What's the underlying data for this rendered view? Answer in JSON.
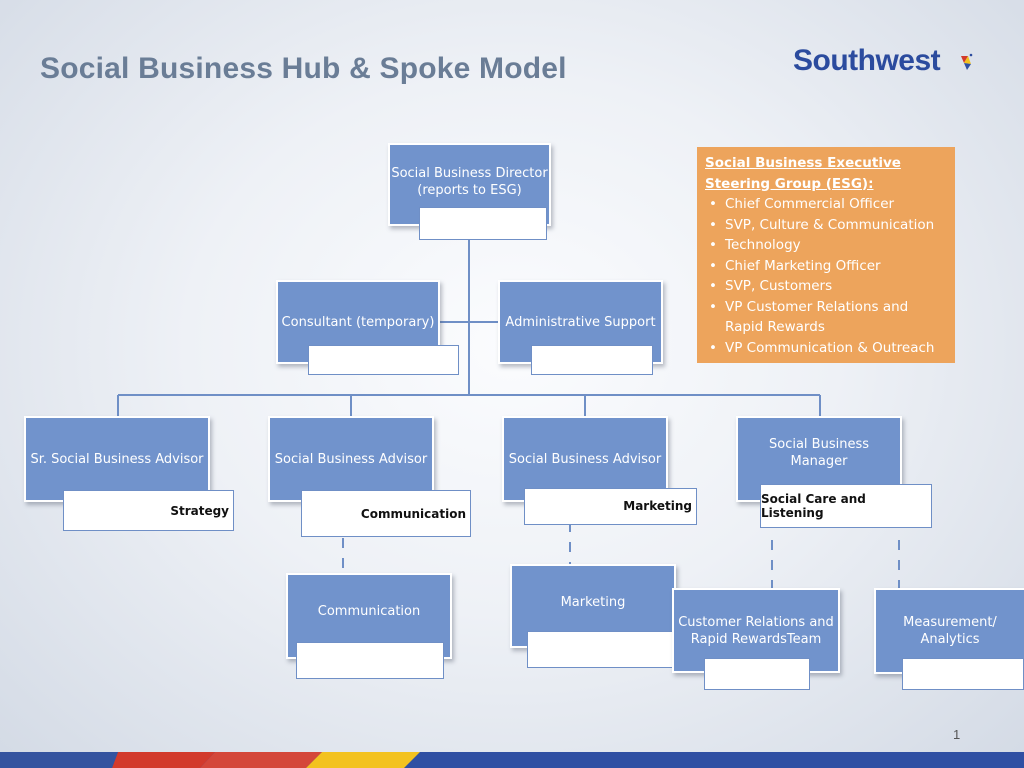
{
  "title": "Social Business Hub & Spoke Model",
  "logo": {
    "text": "Southwest"
  },
  "colors": {
    "box_blue": "#7193cc",
    "esg_orange": "#eda45c",
    "line": "#6f8fc6",
    "bar_blue": "#2f4fa3",
    "bar_red": "#d23a2c",
    "bar_yellow": "#f3c21f"
  },
  "nodes": {
    "director": {
      "line1": "Social Business Director",
      "line2": "(reports to ESG)"
    },
    "consultant": {
      "label": "Consultant (temporary)"
    },
    "admin": {
      "label": "Administrative Support"
    },
    "sr_advisor": {
      "label": "Sr. Social Business Advisor",
      "sub": "Strategy"
    },
    "advisor_comm": {
      "label": "Social Business Advisor",
      "sub": "Communication"
    },
    "advisor_mkt": {
      "label": "Social Business Advisor",
      "sub": "Marketing"
    },
    "manager": {
      "line1": "Social Business",
      "line2": "Manager",
      "sub": "Social Care and Listening"
    },
    "communication": {
      "label": "Communication"
    },
    "marketing": {
      "label": "Marketing"
    },
    "customer_relations": {
      "line1": "Customer Relations and",
      "line2": "Rapid RewardsTeam"
    },
    "measurement": {
      "line1": "Measurement/",
      "line2": "Analytics"
    }
  },
  "esg": {
    "title_line1": "Social Business Executive",
    "title_line2": "Steering Group (ESG):",
    "items": [
      "Chief Commercial Officer",
      "SVP, Culture & Communication",
      "Technology",
      "Chief Marketing Officer",
      "SVP, Customers",
      "VP Customer Relations and",
      "Rapid Rewards",
      "VP Communication & Outreach"
    ]
  },
  "page_number": "1"
}
